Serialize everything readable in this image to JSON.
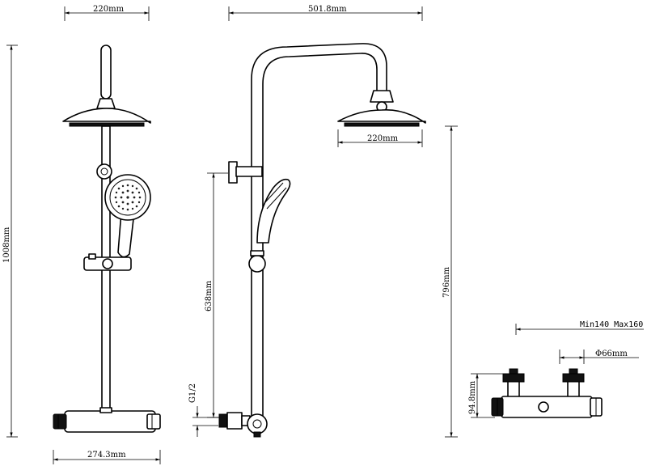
{
  "dimensions": {
    "front_head_width": "220mm",
    "arm_length": "501.8mm",
    "side_head_width": "220mm",
    "total_height": "1008mm",
    "rail_height": "638mm",
    "side_height": "796mm",
    "inlet_thread": "G1/2",
    "mixer_width": "274.3mm",
    "centres": "Min140 Max160",
    "diameter": "Φ66mm",
    "mixer_height": "94.8mm"
  }
}
